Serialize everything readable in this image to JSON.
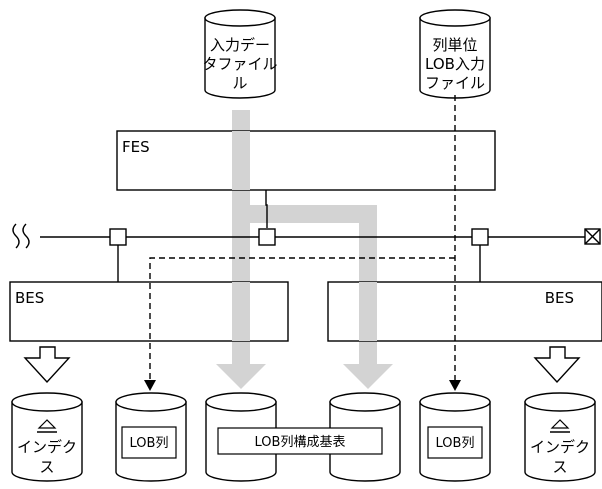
{
  "input_file": {
    "line1": "入力デー",
    "line2": "タファイル",
    "line3": "ル"
  },
  "lob_input_file": {
    "line1": "列単位",
    "line2": "LOB入力",
    "line3": "ファイル"
  },
  "fes": {
    "label": "FES"
  },
  "bes_left": {
    "label": "BES"
  },
  "bes_right": {
    "label": "BES"
  },
  "index_left": {
    "line1": "インデク",
    "line2": "ス"
  },
  "index_right": {
    "line1": "インデク",
    "line2": "ス"
  },
  "lob_left": {
    "label": "LOB列"
  },
  "lob_right": {
    "label": "LOB列"
  },
  "lob_base_table": {
    "label": "LOB列構成基表"
  }
}
